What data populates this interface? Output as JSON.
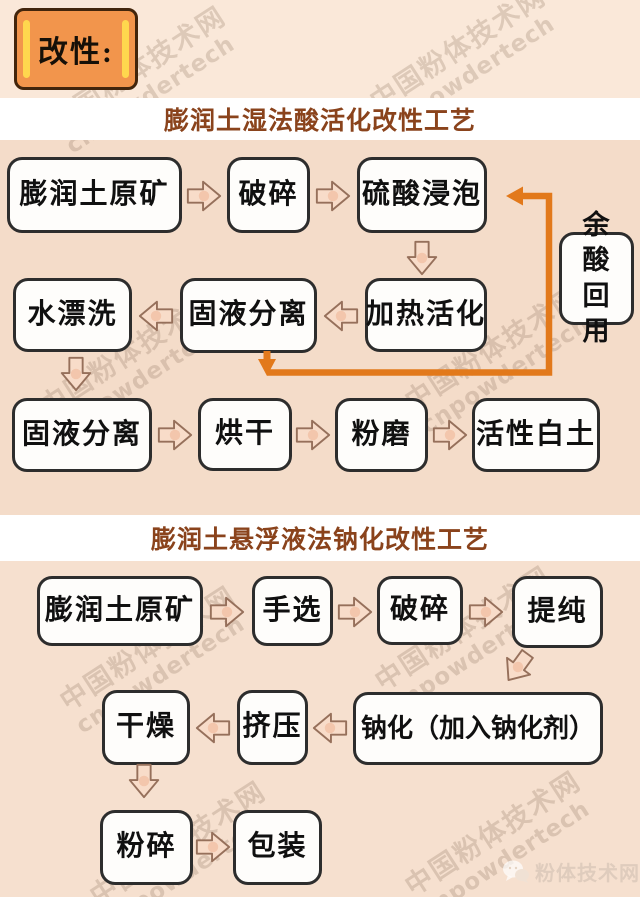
{
  "banner": {
    "label": "改性:",
    "bg_color": "#F2954C",
    "stripe_color": "#FFD74E"
  },
  "watermark": {
    "line1": "中国粉体技术网",
    "line2": "cnpowdertech"
  },
  "section1": {
    "title": "膨润土湿法酸活化改性工艺",
    "title_color": "#8A431C",
    "nodes": {
      "raw_ore": "膨润土原矿",
      "crush": "破碎",
      "acid_soak": "硫酸浸泡",
      "residual_acid_reuse": "余酸回用",
      "heat_activation": "加热活化",
      "solid_liquid_sep_1": "固液分离",
      "water_rinse": "水漂洗",
      "solid_liquid_sep_2": "固液分离",
      "drying": "烘干",
      "grinding": "粉磨",
      "activated_clay": "活性白土"
    },
    "flow": [
      [
        "raw_ore",
        "crush"
      ],
      [
        "crush",
        "acid_soak"
      ],
      [
        "acid_soak",
        "heat_activation"
      ],
      [
        "heat_activation",
        "solid_liquid_sep_1"
      ],
      [
        "solid_liquid_sep_1",
        "water_rinse"
      ],
      [
        "water_rinse",
        "solid_liquid_sep_2"
      ],
      [
        "solid_liquid_sep_2",
        "drying"
      ],
      [
        "drying",
        "grinding"
      ],
      [
        "grinding",
        "activated_clay"
      ]
    ],
    "recycle_edge": {
      "from": "solid_liquid_sep_1",
      "to": "acid_soak",
      "via_label": "余酸回用",
      "color": "#E2791B"
    }
  },
  "section2": {
    "title": "膨润土悬浮液法钠化改性工艺",
    "title_color": "#8A431C",
    "nodes": {
      "raw_ore": "膨润土原矿",
      "hand_sorting": "手选",
      "crush": "破碎",
      "purification": "提纯",
      "sodiation": "钠化（加入钠化剂）",
      "extrusion": "挤压",
      "drying": "干燥",
      "pulverizing": "粉碎",
      "packing": "包装"
    },
    "flow": [
      [
        "raw_ore",
        "hand_sorting"
      ],
      [
        "hand_sorting",
        "crush"
      ],
      [
        "crush",
        "purification"
      ],
      [
        "purification",
        "sodiation"
      ],
      [
        "sodiation",
        "extrusion"
      ],
      [
        "extrusion",
        "drying"
      ],
      [
        "drying",
        "pulverizing"
      ],
      [
        "pulverizing",
        "packing"
      ]
    ]
  },
  "footer_logo": {
    "text": "粉体技术网"
  },
  "colors": {
    "bg_top": "#FAE8D9",
    "bg_chart1": "#F4DCC9",
    "bg_chart2": "#F6E0CF",
    "title_strip": "#FFFFFF",
    "arrow_fill": "#F8DCC9",
    "arrow_outline": "#96705B",
    "node_border": "#2D2D2D",
    "recycle_orange": "#E2791B"
  }
}
